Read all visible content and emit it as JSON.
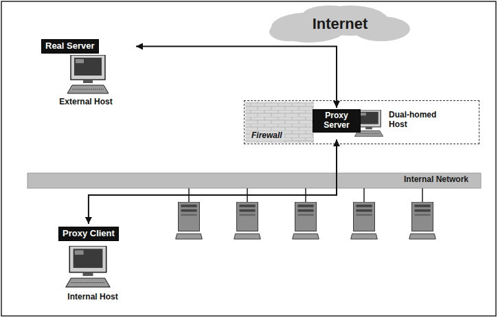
{
  "diagram": {
    "nodes": [
      {
        "text": [
          "Real Server",
          "External Host"
        ]
      },
      {
        "text": [
          "Internet"
        ]
      },
      {
        "text": [
          "Firewall"
        ]
      },
      {
        "text": [
          "Proxy Server",
          "Dual-homed Host"
        ],
        "in": 2
      },
      {
        "text": [
          "Internal Network"
        ]
      },
      {
        "text": [
          "Proxy Client",
          "Internal Host"
        ]
      }
    ],
    "edges": [
      {
        "from": 3,
        "to": 0,
        "arrow": "both"
      },
      {
        "from": 3,
        "to": 5,
        "arrow": "both"
      }
    ]
  }
}
